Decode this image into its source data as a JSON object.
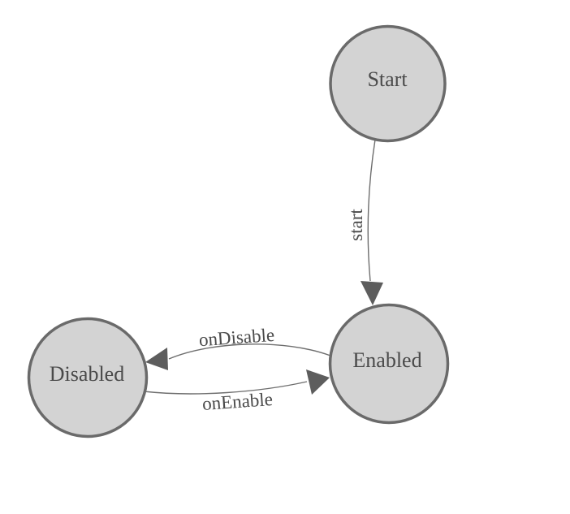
{
  "diagram": {
    "kind": "state-machine",
    "background": "#ffffff",
    "colors": {
      "node_fill": "#d3d3d3",
      "node_stroke": "#6a6a6a",
      "edge_stroke": "#6e6e6e",
      "arrow_fill": "#5d5d5d",
      "label": "#4a4a4a"
    },
    "nodes": [
      {
        "id": "start",
        "label": "Start"
      },
      {
        "id": "enabled",
        "label": "Enabled"
      },
      {
        "id": "disabled",
        "label": "Disabled"
      }
    ],
    "edges": [
      {
        "id": "start-transition",
        "from": "Start",
        "to": "Enabled",
        "label": "start"
      },
      {
        "id": "ondisable-transition",
        "from": "Enabled",
        "to": "Disabled",
        "label": "onDisable"
      },
      {
        "id": "onenable-transition",
        "from": "Disabled",
        "to": "Enabled",
        "label": "onEnable"
      }
    ]
  }
}
